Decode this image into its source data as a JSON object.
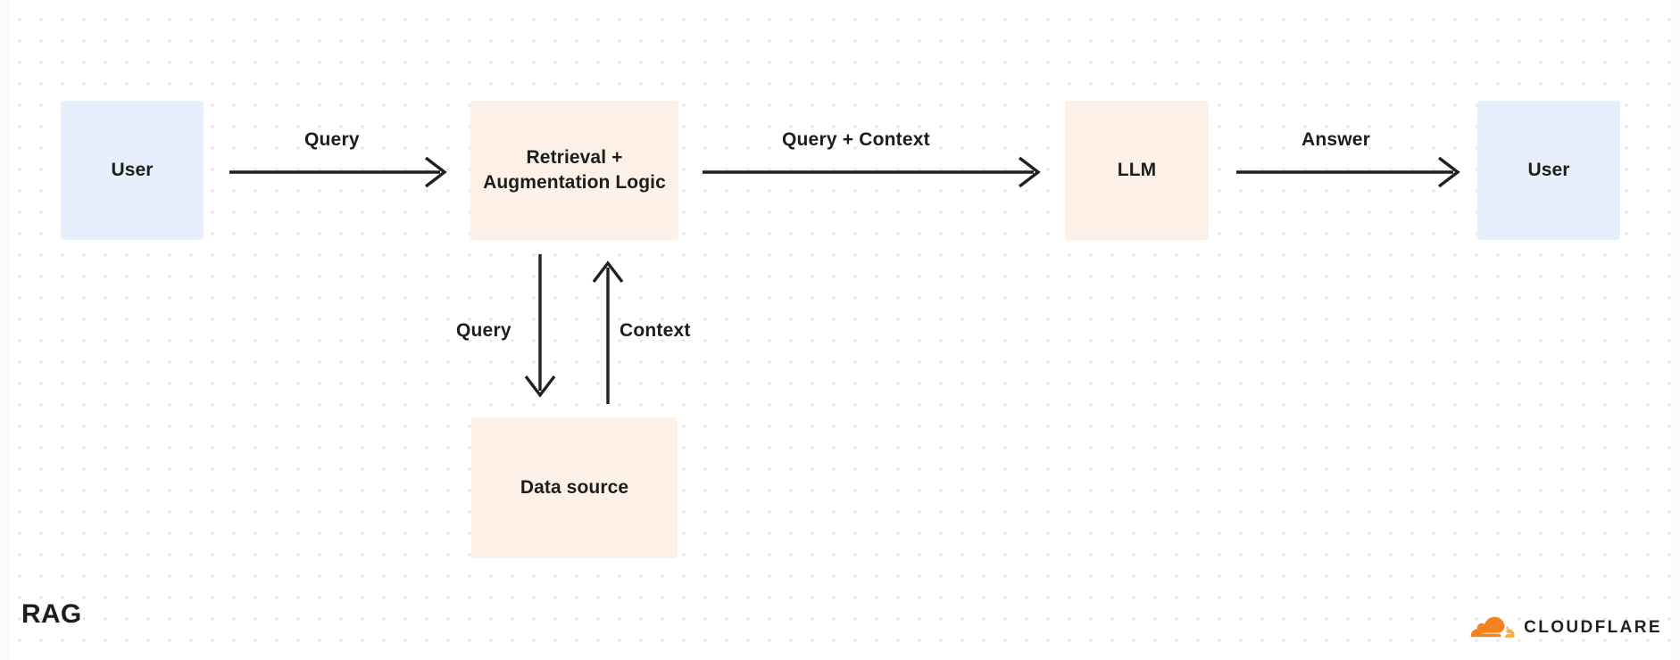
{
  "diagram": {
    "title": "RAG",
    "background": "#ffffff",
    "dot_grid_color": "#e6e6e6",
    "text_color": "#1d1d1b",
    "arrow_color": "#231f20",
    "node_fill_blue": "#e8effc",
    "node_fill_cream": "#fdf1e7"
  },
  "nodes": [
    {
      "id": "user-left",
      "label": "User",
      "fill": "blue"
    },
    {
      "id": "retrieval",
      "label": "Retrieval + Augmentation Logic",
      "fill": "cream"
    },
    {
      "id": "llm",
      "label": "LLM",
      "fill": "cream"
    },
    {
      "id": "user-right",
      "label": "User",
      "fill": "blue"
    },
    {
      "id": "datasource",
      "label": "Data source",
      "fill": "cream"
    }
  ],
  "edges": [
    {
      "id": "user-to-retrieval",
      "label": "Query",
      "from": "user-left",
      "to": "retrieval",
      "direction": "right"
    },
    {
      "id": "retrieval-to-llm",
      "label": "Query + Context",
      "from": "retrieval",
      "to": "llm",
      "direction": "right"
    },
    {
      "id": "llm-to-user",
      "label": "Answer",
      "from": "llm",
      "to": "user-right",
      "direction": "right"
    },
    {
      "id": "retrieval-to-source",
      "label": "Query",
      "from": "retrieval",
      "to": "datasource",
      "direction": "down"
    },
    {
      "id": "source-to-retrieval",
      "label": "Context",
      "from": "datasource",
      "to": "retrieval",
      "direction": "up"
    }
  ],
  "brand": {
    "name": "CLOUDFLARE",
    "logo_icon": "cloudflare-cloud-icon",
    "color_primary": "#f6821f",
    "color_secondary": "#fbad41"
  }
}
